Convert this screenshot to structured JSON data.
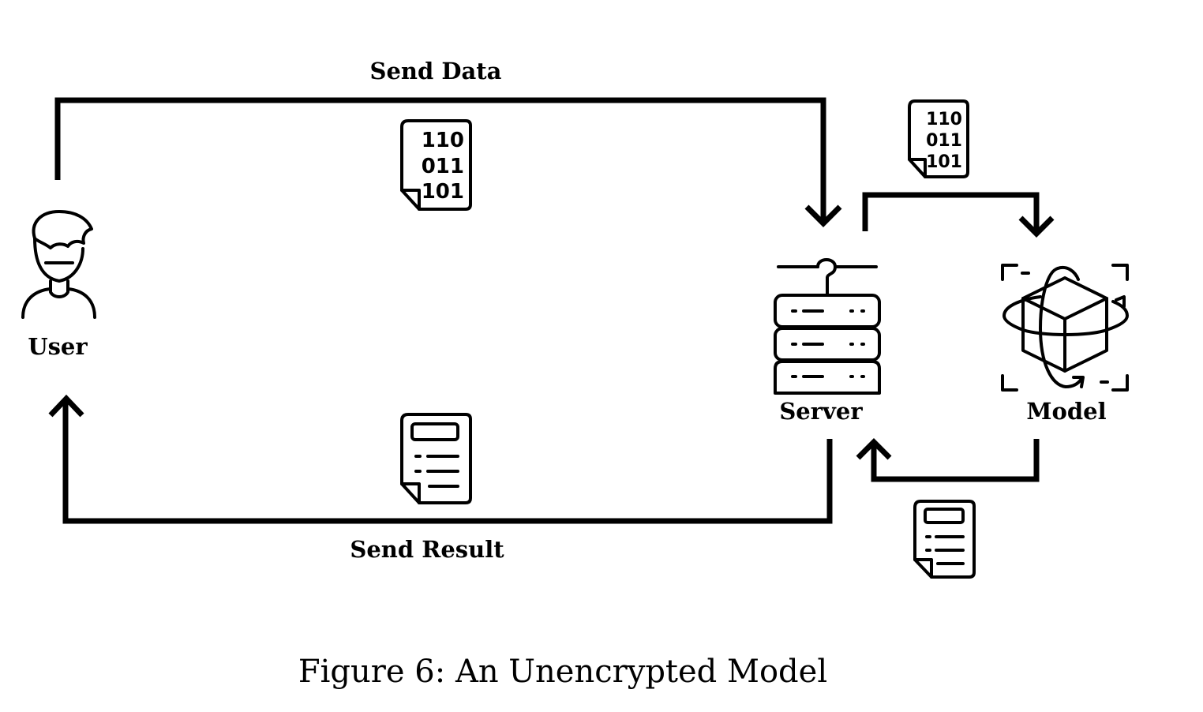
{
  "labels": {
    "send_data": "Send Data",
    "send_result": "Send Result",
    "user": "User",
    "server": "Server",
    "model": "Model"
  },
  "data_doc_top": [
    "110",
    "011",
    "101"
  ],
  "data_doc_right": [
    "110",
    "011",
    "101"
  ],
  "caption": "Figure 6: An Unencrypted Model",
  "icons": [
    "user-icon",
    "server-icon",
    "model-cube-icon",
    "binary-document-icon",
    "text-document-icon"
  ],
  "colors": {
    "ink": "#000000",
    "background": "#ffffff"
  }
}
